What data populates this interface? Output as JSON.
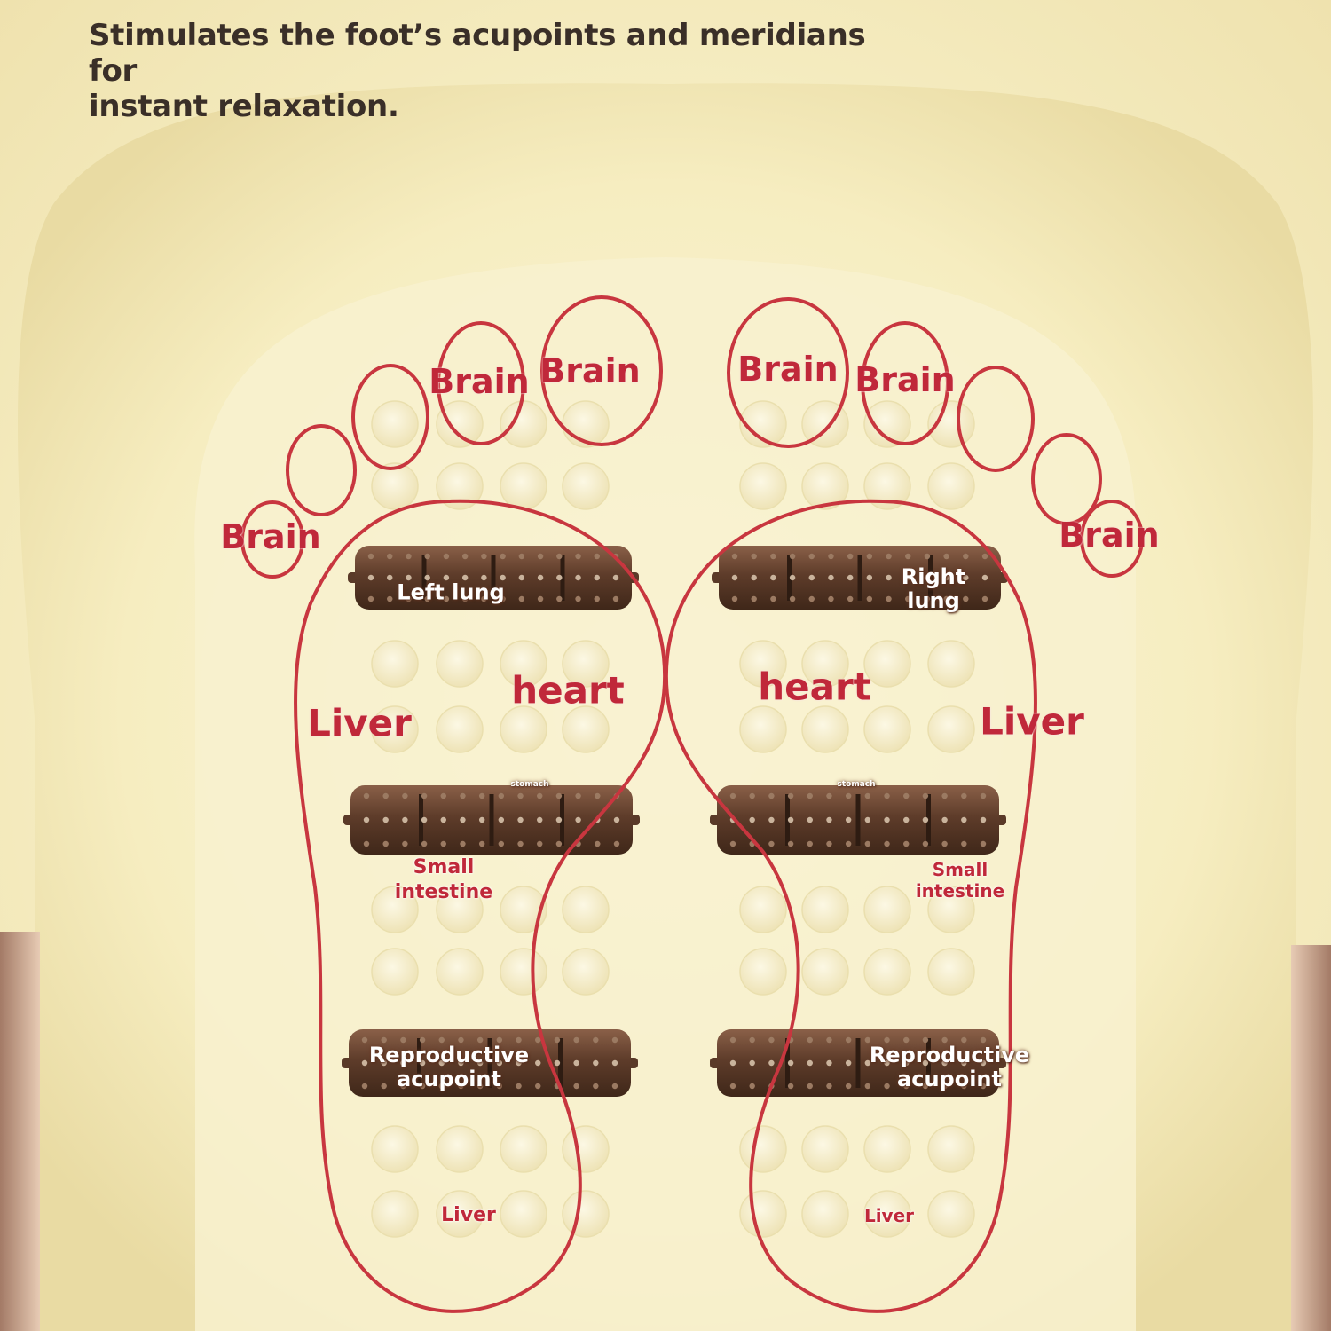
{
  "headline": {
    "line1": "Stimulates the foot’s acupoints and meridians for",
    "line2": "instant relaxation."
  },
  "left_foot": {
    "toe_labels": [
      "Brain",
      "Brain",
      "Brain"
    ],
    "left_lung": "Left lung",
    "heart": "heart",
    "liver": "Liver",
    "stomach": "stomach",
    "small_intestine": [
      "Small",
      "intestine"
    ],
    "reproductive": [
      "Reproductive",
      "acupoint"
    ],
    "heel_liver": "Liver"
  },
  "right_foot": {
    "toe_labels": [
      "Brain",
      "Brain",
      "Brain"
    ],
    "right_lung": [
      "Right",
      "lung"
    ],
    "heart": "heart",
    "liver": "Liver",
    "stomach": "stomach",
    "small_intestine": [
      "Small",
      "intestine"
    ],
    "reproductive": [
      "Reproductive",
      "acupoint"
    ],
    "heel_liver": "Liver"
  },
  "colors": {
    "outline": "#c8363f",
    "roller": "#6b4632",
    "tub": "#f7efc6",
    "text_dark": "#3a2f28"
  }
}
